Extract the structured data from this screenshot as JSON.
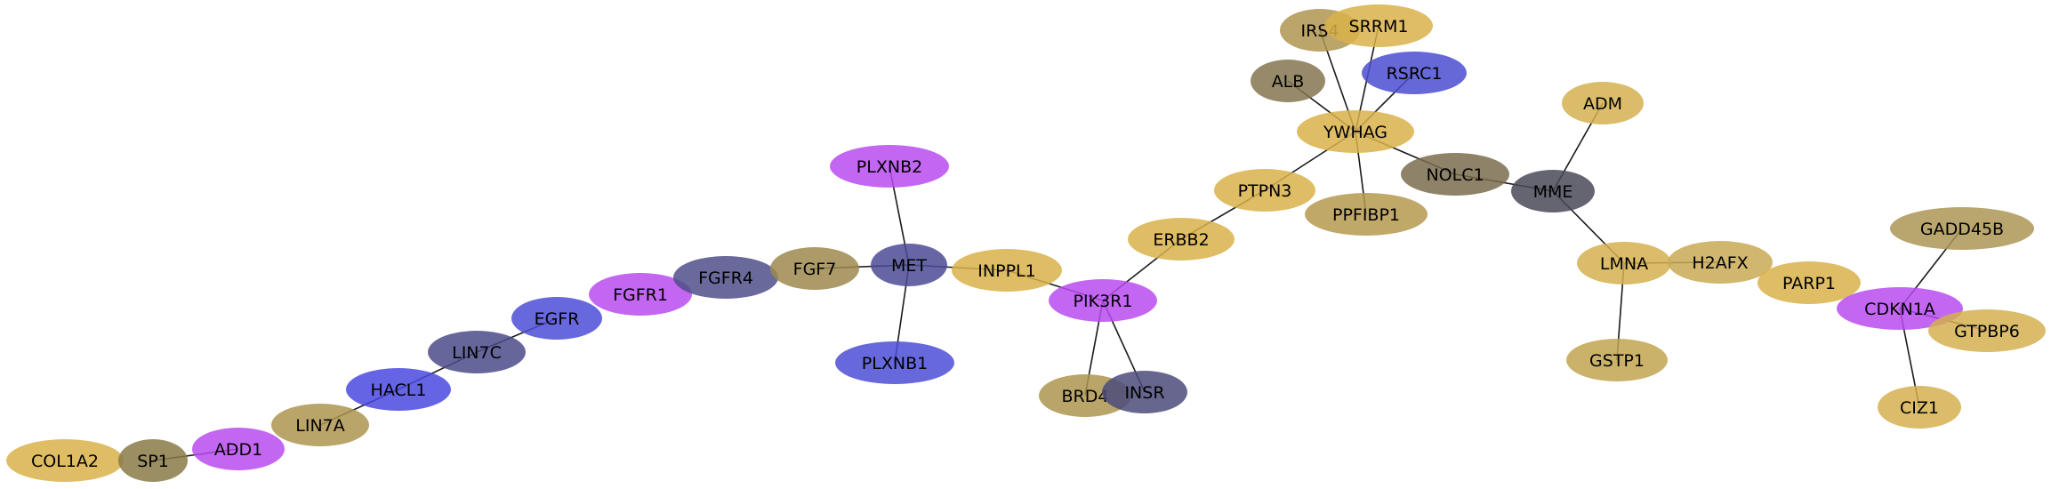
{
  "nodes": [
    {
      "id": "COL1A2",
      "color": "#d9b24a"
    },
    {
      "id": "SP1",
      "color": "#8a7a46"
    },
    {
      "id": "ADD1",
      "color": "#b94cf0"
    },
    {
      "id": "LIN7A",
      "color": "#ad9550"
    },
    {
      "id": "HACL1",
      "color": "#4a49e0"
    },
    {
      "id": "LIN7C",
      "color": "#4b4b8a"
    },
    {
      "id": "EGFR",
      "color": "#4b4dd6"
    },
    {
      "id": "FGFR1",
      "color": "#b94cf0"
    },
    {
      "id": "FGFR4",
      "color": "#4f4f8a"
    },
    {
      "id": "FGF7",
      "color": "#9e8a4f"
    },
    {
      "id": "MET",
      "color": "#4b4b95"
    },
    {
      "id": "PLXNB2",
      "color": "#b94cf0"
    },
    {
      "id": "PLXNB1",
      "color": "#4b4dd6"
    },
    {
      "id": "INPPL1",
      "color": "#d9b24a"
    },
    {
      "id": "PIK3R1",
      "color": "#b94cf0"
    },
    {
      "id": "BRD4",
      "color": "#ad9550"
    },
    {
      "id": "INSR",
      "color": "#4b4b7a"
    },
    {
      "id": "ERBB2",
      "color": "#d9b24a"
    },
    {
      "id": "PTPN3",
      "color": "#d9b24a"
    },
    {
      "id": "PPFIBP1",
      "color": "#b5994f"
    },
    {
      "id": "YWHAG",
      "color": "#d9b24a"
    },
    {
      "id": "ALB",
      "color": "#857550"
    },
    {
      "id": "IRS4",
      "color": "#b09550"
    },
    {
      "id": "SRRM1",
      "color": "#d9b24a"
    },
    {
      "id": "RSRC1",
      "color": "#4b4dd0"
    },
    {
      "id": "NOLC1",
      "color": "#7a6c4e"
    },
    {
      "id": "MME",
      "color": "#4a4a58"
    },
    {
      "id": "ADM",
      "color": "#d4b050"
    },
    {
      "id": "LMNA",
      "color": "#d4b050"
    },
    {
      "id": "GSTP1",
      "color": "#c2a550"
    },
    {
      "id": "H2AFX",
      "color": "#c9aa55"
    },
    {
      "id": "PARP1",
      "color": "#d9b24a"
    },
    {
      "id": "CDKN1A",
      "color": "#b94cf0"
    },
    {
      "id": "GADD45B",
      "color": "#ad9555"
    },
    {
      "id": "GTPBP6",
      "color": "#d4b050"
    },
    {
      "id": "CIZ1",
      "color": "#d4b050"
    }
  ],
  "edges": [
    [
      "SP1",
      "ADD1"
    ],
    [
      "LIN7A",
      "HACL1"
    ],
    [
      "HACL1",
      "LIN7C"
    ],
    [
      "LIN7C",
      "EGFR"
    ],
    [
      "FGF7",
      "MET"
    ],
    [
      "MET",
      "PLXNB2"
    ],
    [
      "MET",
      "PLXNB1"
    ],
    [
      "MET",
      "INPPL1"
    ],
    [
      "INPPL1",
      "PIK3R1"
    ],
    [
      "PIK3R1",
      "BRD4"
    ],
    [
      "PIK3R1",
      "INSR"
    ],
    [
      "PIK3R1",
      "ERBB2"
    ],
    [
      "ERBB2",
      "PTPN3"
    ],
    [
      "PTPN3",
      "YWHAG"
    ],
    [
      "YWHAG",
      "PPFIBP1"
    ],
    [
      "YWHAG",
      "ALB"
    ],
    [
      "YWHAG",
      "IRS4"
    ],
    [
      "YWHAG",
      "SRRM1"
    ],
    [
      "YWHAG",
      "RSRC1"
    ],
    [
      "YWHAG",
      "NOLC1"
    ],
    [
      "NOLC1",
      "MME"
    ],
    [
      "MME",
      "ADM"
    ],
    [
      "MME",
      "LMNA"
    ],
    [
      "LMNA",
      "GSTP1"
    ],
    [
      "LMNA",
      "H2AFX"
    ],
    [
      "CDKN1A",
      "GADD45B"
    ],
    [
      "CDKN1A",
      "GTPBP6"
    ],
    [
      "CDKN1A",
      "CIZ1"
    ]
  ]
}
